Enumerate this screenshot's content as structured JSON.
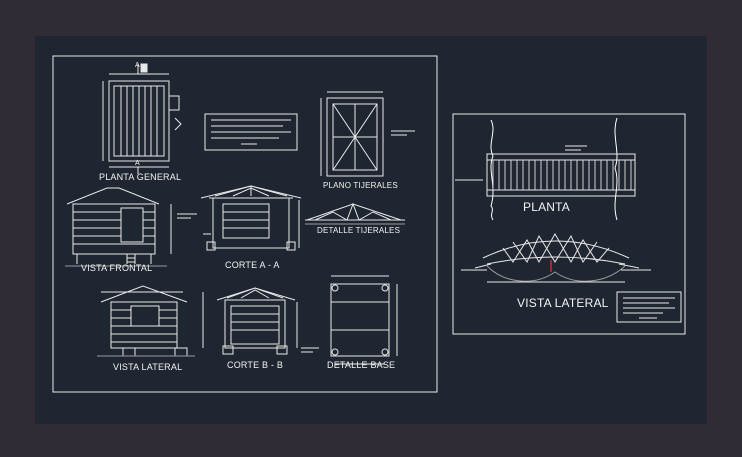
{
  "colors": {
    "app_frame": "#302b34",
    "model_space": "#202631",
    "line_white": "#ffffff",
    "line_gray": "#9a9a9a",
    "accent_red": "#ff3b3b",
    "accent_blue": "#3a63ff"
  },
  "left_sheet": {
    "labels": {
      "planta_general": "PLANTA GENERAL",
      "plano_tijerales": "PLANO TIJERALES",
      "vista_frontal": "VISTA FRONTAL",
      "corte_aa": "CORTE A - A",
      "detalle_tijerales": "DETALLE TIJERALES",
      "vista_lateral": "VISTA LATERAL",
      "corte_bb": "CORTE B - B",
      "detalle_base": "DETALLE BASE"
    },
    "section_marks": {
      "a_top": "A",
      "a_bottom": "A"
    }
  },
  "right_sheet": {
    "labels": {
      "planta": "PLANTA",
      "vista_lateral": "VISTA LATERAL"
    }
  }
}
